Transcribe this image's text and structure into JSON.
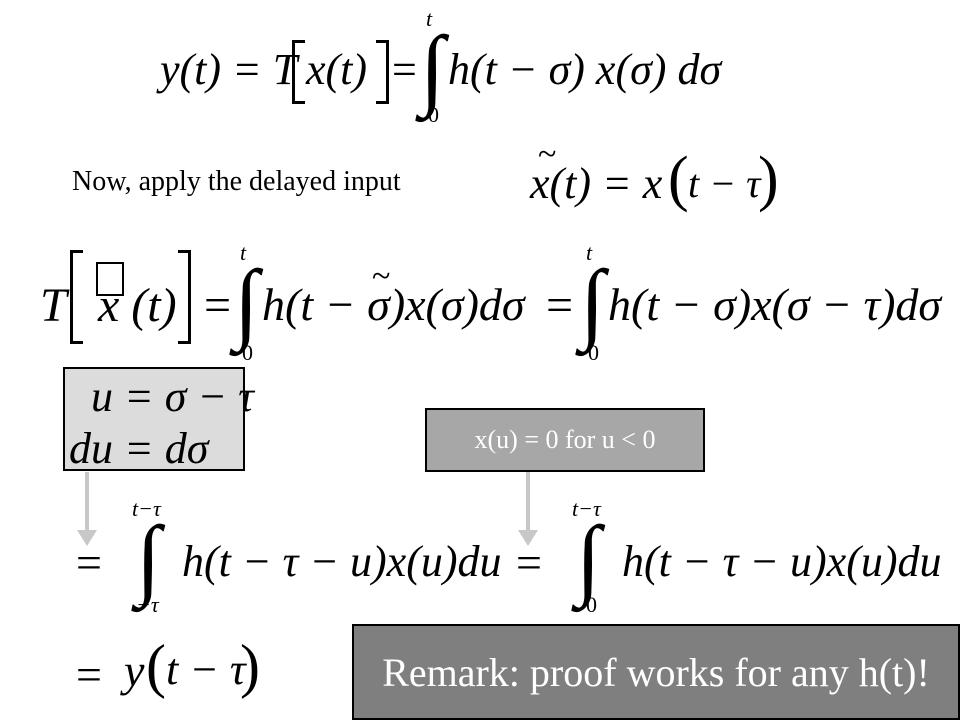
{
  "eq1": {
    "lhs": "y(t) = T",
    "inner": "x(t)",
    "eqsign": "=",
    "upper": "t",
    "lower": "0",
    "integrand": "h(t − σ) x(σ) dσ"
  },
  "intro": {
    "text": "Now, apply the delayed input",
    "lhs": "x(t) = x",
    "arg": "t − τ",
    "tilde": "~"
  },
  "eq2": {
    "T": "T",
    "inner": "x (t)",
    "eq1": "=",
    "int1_upper": "t",
    "int1_lower": "0",
    "integrand1": "h(t − σ)x(σ)dσ",
    "eq2": "=",
    "int2_upper": "t",
    "int2_lower": "0",
    "integrand2": "h(t − σ)x(σ − τ)dσ",
    "tilde": "~"
  },
  "substitution": {
    "line1": "u = σ − τ",
    "line2": "du = dσ"
  },
  "condition": {
    "text": "x(u) = 0 for u < 0"
  },
  "eq3": {
    "eq1": "=",
    "int1_upper": "t−τ",
    "int1_lower": "−τ",
    "integrand1": "h(t − τ − u)x(u)du",
    "eq2": "=",
    "int2_upper": "t−τ",
    "int2_lower": "0",
    "integrand2": "h(t − τ − u)x(u)du"
  },
  "eq4": {
    "eq": "=",
    "func": "y",
    "arg": "t − τ"
  },
  "remark": {
    "text": "Remark: proof works for any h(t)!"
  },
  "colors": {
    "substitution_box": "#dcdcdc",
    "condition_box": "#a7a7a7",
    "remark_box": "#7f7f7f",
    "arrow": "#c8c8c8"
  }
}
